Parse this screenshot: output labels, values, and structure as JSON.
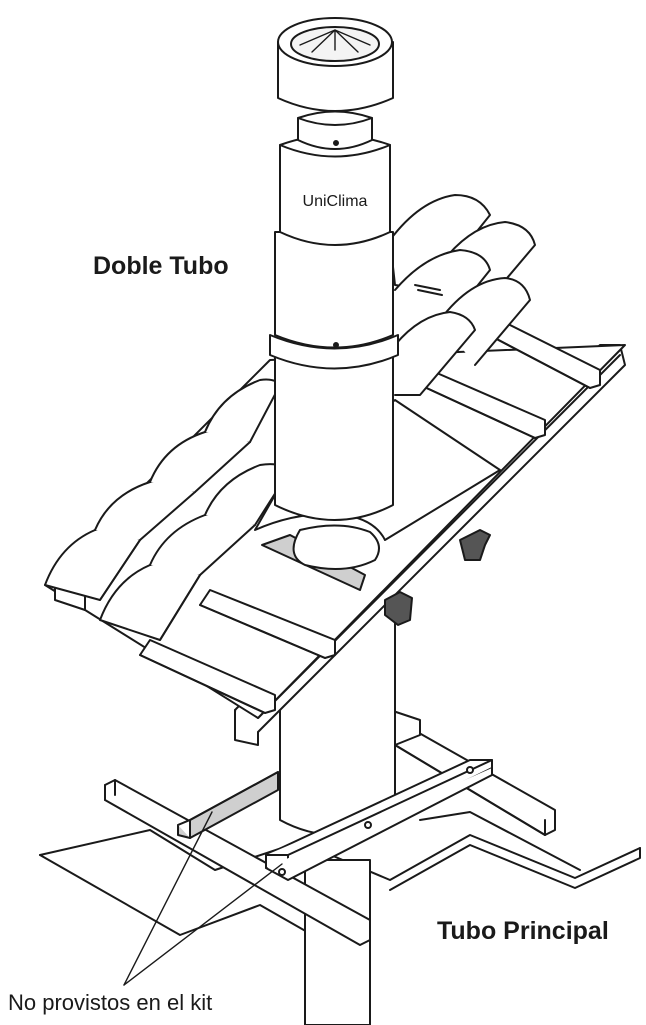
{
  "labels": {
    "doble_tubo": "Doble Tubo",
    "tubo_principal": "Tubo Principal",
    "not_included": "No provistos en el kit",
    "brand": "UniClima"
  },
  "colors": {
    "line": "#1a1a1a",
    "fill_white": "#ffffff",
    "fill_shadow": "#cfcfcf",
    "fill_dark": "#555555"
  }
}
